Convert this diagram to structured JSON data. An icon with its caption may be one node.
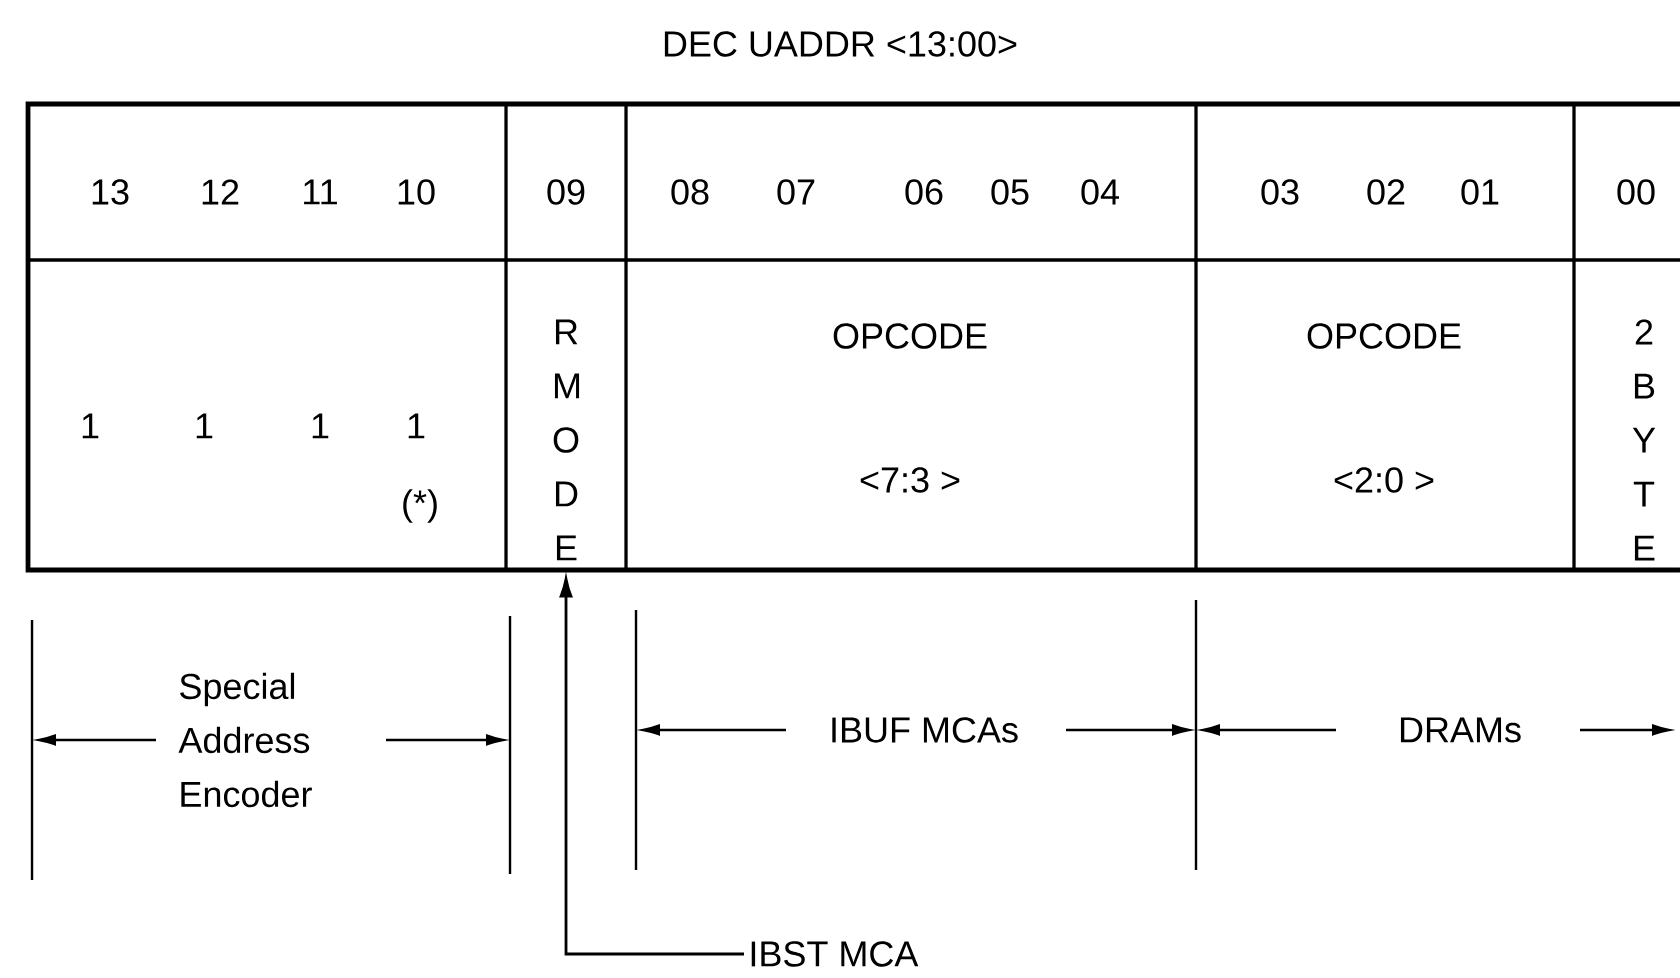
{
  "diagram": {
    "title": "DEC UADDR <13:00>",
    "nodes": [
      {
        "text": [
          "13",
          "12",
          "11",
          "10"
        ]
      },
      {
        "text": [
          "09"
        ]
      },
      {
        "text": [
          "08",
          "07",
          "06",
          "05",
          "04"
        ]
      },
      {
        "text": [
          "03",
          "02",
          "01"
        ]
      },
      {
        "text": [
          "00"
        ]
      },
      {
        "text": [
          "1",
          "1",
          "1",
          "1",
          "(*)"
        ]
      },
      {
        "text": [
          "R M O D E"
        ]
      },
      {
        "text": [
          "OPCODE",
          "<7:3 >"
        ]
      },
      {
        "text": [
          "OPCODE",
          "<2:0 >"
        ]
      },
      {
        "text": [
          "2 B Y T E"
        ]
      },
      {
        "text": [
          "IBST MCA"
        ]
      }
    ],
    "edges": [
      {
        "from": 10,
        "to": 6,
        "arrow": "to"
      }
    ],
    "labels": [
      "Special Address Encoder",
      "IBUF MCAs",
      "DRAMs"
    ]
  }
}
